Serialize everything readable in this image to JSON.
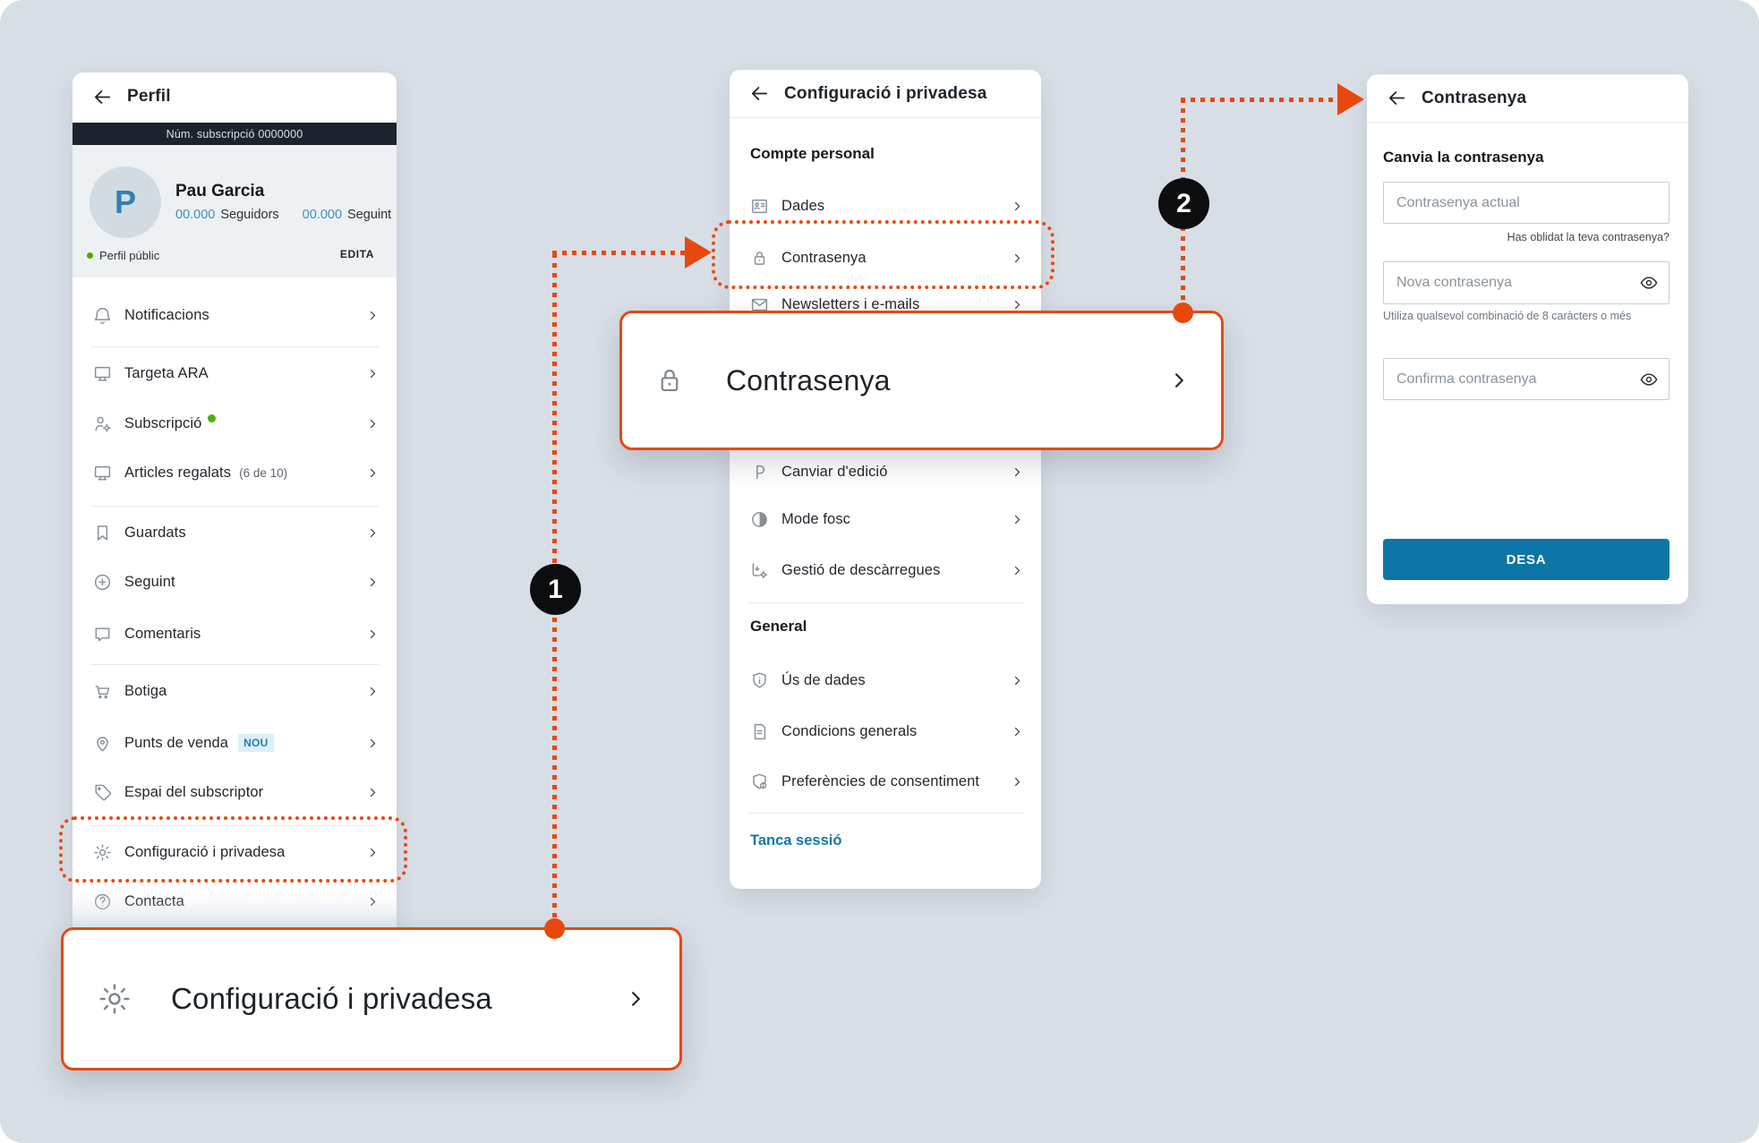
{
  "colors": {
    "background": "#d8dee6",
    "accent_orange": "#e8480e",
    "link_blue": "#1178a8",
    "button_blue": "#0e76a6",
    "dark_bar": "#1c232e",
    "badge_bg": "#dceef7",
    "badge_text": "#2a7ca7",
    "green_dot": "#4fae07"
  },
  "profile_panel": {
    "title": "Perfil",
    "back_icon": "arrow-left",
    "subscription_bar": "Núm. subscripció 0000000",
    "user": {
      "avatar_letter": "P",
      "name": "Pau Garcia",
      "followers_value": "00.000",
      "followers_label": "Seguidors",
      "following_value": "00.000",
      "following_label": "Seguint",
      "visibility_status": "Perfil públic",
      "edit_button": "EDITA"
    },
    "menu": [
      {
        "label": "Notificacions",
        "icon": "bell"
      },
      {
        "label": "Targeta ARA",
        "icon": "screen"
      },
      {
        "label": "Subscripció",
        "icon": "user-gear",
        "has_green_dot": true
      },
      {
        "label": "Articles regalats",
        "icon": "screen",
        "suffix": "(6 de 10)"
      },
      {
        "label": "Guardats",
        "icon": "bookmark"
      },
      {
        "label": "Seguint",
        "icon": "plus-circle"
      },
      {
        "label": "Comentaris",
        "icon": "comment"
      },
      {
        "label": "Botiga",
        "icon": "cart"
      },
      {
        "label": "Punts de venda",
        "icon": "pin",
        "badge": "NOU"
      },
      {
        "label": "Espai del subscriptor",
        "icon": "tag"
      },
      {
        "label": "Configuració i privadesa",
        "icon": "gear"
      },
      {
        "label": "Contacta",
        "icon": "help"
      }
    ]
  },
  "settings_panel": {
    "title": "Configuració i privadesa",
    "back_icon": "arrow-left",
    "account_section_title": "Compte personal",
    "account_items": [
      {
        "label": "Dades",
        "icon": "id-card"
      },
      {
        "label": "Contrasenya",
        "icon": "lock"
      },
      {
        "label": "Newsletters i e-mails",
        "icon": "mail"
      },
      {
        "label": "Canviar d'edició",
        "icon": "p-edition"
      },
      {
        "label": "Mode fosc",
        "icon": "dark-mode"
      },
      {
        "label": "Gestió de descàrregues",
        "icon": "downloads"
      }
    ],
    "general_section_title": "General",
    "general_items": [
      {
        "label": "Ús de dades",
        "icon": "shield-info"
      },
      {
        "label": "Condicions generals",
        "icon": "document"
      },
      {
        "label": "Preferències de consentiment",
        "icon": "shield-person"
      }
    ],
    "logout_label": "Tanca sessió"
  },
  "password_panel": {
    "title": "Contrasenya",
    "back_icon": "arrow-left",
    "heading": "Canvia la contrasenya",
    "current_password_placeholder": "Contrasenya actual",
    "forgot_link": "Has oblidat la teva contrasenya?",
    "new_password_placeholder": "Nova contrasenya",
    "visibility_icon": "eye",
    "password_hint": "Utiliza qualsevol combinació de 8 caràcters o més",
    "confirm_password_placeholder": "Confirma contrasenya",
    "save_button": "DESA"
  },
  "callout_settings": {
    "label": "Configuració i privadesa",
    "icon": "gear"
  },
  "callout_password": {
    "label": "Contrasenya",
    "icon": "lock"
  },
  "step_markers": {
    "step1": "1",
    "step2": "2"
  }
}
